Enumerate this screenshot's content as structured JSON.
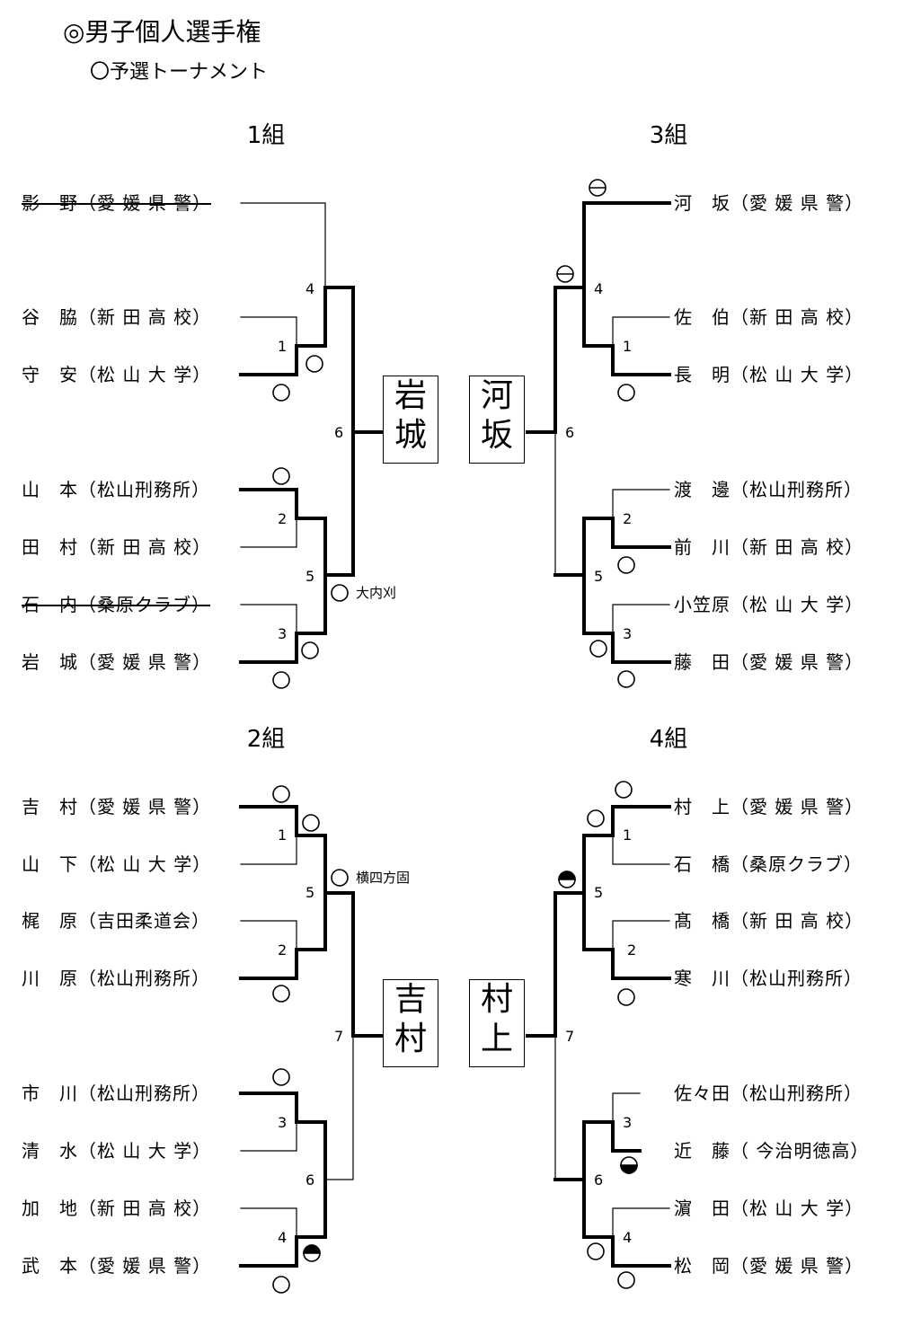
{
  "title": "◎男子個人選手権",
  "subtitle": "〇予選トーナメント",
  "groups": {
    "g1": {
      "label": "1組",
      "players": [
        {
          "surname": "影",
          "given": "野",
          "aff": "愛 媛 県 警"
        },
        {
          "surname": "谷",
          "given": "脇",
          "aff": "新 田 高 校"
        },
        {
          "surname": "守",
          "given": "安",
          "aff": "松 山 大 学"
        },
        {
          "surname": "山",
          "given": "本",
          "aff": "松山刑務所"
        },
        {
          "surname": "田",
          "given": "村",
          "aff": "新 田 高 校"
        },
        {
          "surname": "石",
          "given": "内",
          "aff": "桑原クラブ"
        },
        {
          "surname": "岩",
          "given": "城",
          "aff": "愛 媛 県 警"
        }
      ],
      "match_numbers": [
        "4",
        "1",
        "6",
        "2",
        "5",
        "3"
      ],
      "winner": [
        "岩",
        "城"
      ],
      "technique": "大内刈"
    },
    "g2": {
      "label": "2組",
      "players": [
        {
          "surname": "吉",
          "given": "村",
          "aff": "愛 媛 県 警"
        },
        {
          "surname": "山",
          "given": "下",
          "aff": "松 山 大 学"
        },
        {
          "surname": "梶",
          "given": "原",
          "aff": "吉田柔道会"
        },
        {
          "surname": "川",
          "given": "原",
          "aff": "松山刑務所"
        },
        {
          "surname": "市",
          "given": "川",
          "aff": "松山刑務所"
        },
        {
          "surname": "清",
          "given": "水",
          "aff": "松 山 大 学"
        },
        {
          "surname": "加",
          "given": "地",
          "aff": "新 田 高 校"
        },
        {
          "surname": "武",
          "given": "本",
          "aff": "愛 媛 県 警"
        }
      ],
      "match_numbers": [
        "1",
        "5",
        "2",
        "7",
        "3",
        "6",
        "4"
      ],
      "winner": [
        "吉",
        "村"
      ],
      "technique": "横四方固"
    },
    "g3": {
      "label": "3組",
      "players": [
        {
          "surname": "河",
          "given": "坂",
          "aff": "愛 媛 県 警"
        },
        {
          "surname": "佐",
          "given": "伯",
          "aff": "新 田 高 校"
        },
        {
          "surname": "長",
          "given": "明",
          "aff": "松 山 大 学"
        },
        {
          "surname": "渡",
          "given": "邊",
          "aff": "松山刑務所"
        },
        {
          "surname": "前",
          "given": "川",
          "aff": "新 田 高 校"
        },
        {
          "surname": "小笠原",
          "given": "",
          "aff": "松 山 大 学"
        },
        {
          "surname": "藤",
          "given": "田",
          "aff": "愛 媛 県 警"
        }
      ],
      "match_numbers": [
        "4",
        "1",
        "6",
        "2",
        "5",
        "3"
      ],
      "winner": [
        "河",
        "坂"
      ]
    },
    "g4": {
      "label": "4組",
      "players": [
        {
          "surname": "村",
          "given": "上",
          "aff": "愛 媛 県 警"
        },
        {
          "surname": "石",
          "given": "橋",
          "aff": "桑原クラブ"
        },
        {
          "surname": "髙",
          "given": "橋",
          "aff": "新 田 高 校"
        },
        {
          "surname": "寒",
          "given": "川",
          "aff": "松山刑務所"
        },
        {
          "surname": "佐々田",
          "given": "",
          "aff": "松山刑務所"
        },
        {
          "surname": "近",
          "given": "藤",
          "aff": " 今治明徳高"
        },
        {
          "surname": "濵",
          "given": "田",
          "aff": "松 山 大 学"
        },
        {
          "surname": "松",
          "given": "岡",
          "aff": "愛 媛 県 警"
        }
      ],
      "match_numbers": [
        "1",
        "5",
        "2",
        "7",
        "3",
        "6",
        "4"
      ],
      "winner": [
        "村",
        "上"
      ]
    }
  },
  "marks": {
    "win": "○",
    "draw": "⊖",
    "half": "◒"
  }
}
